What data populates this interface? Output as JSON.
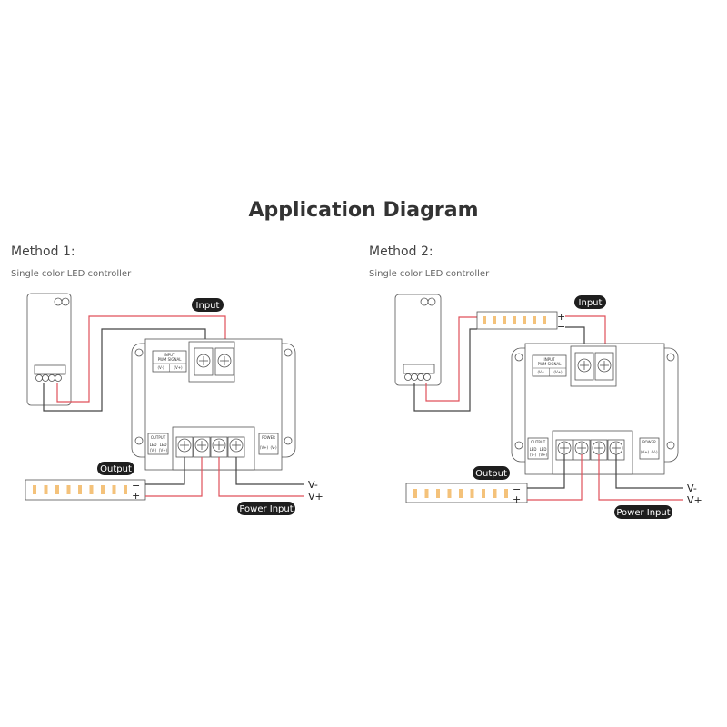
{
  "title": "Application Diagram",
  "methods": [
    {
      "heading": "Method 1:",
      "subtitle": "Single color LED controller",
      "input_label": "Input",
      "output_label": "Output",
      "power_label": "Power Input",
      "v_minus": "V-",
      "v_plus": "V+"
    },
    {
      "heading": "Method 2:",
      "subtitle": "Single color LED controller",
      "input_label": "Input",
      "output_label": "Output",
      "power_label": "Power Input",
      "v_minus": "V-",
      "v_plus": "V+"
    }
  ],
  "module": {
    "input_title": "INPUT",
    "pwm_title": "PWM SIGNAL",
    "vminus": "(V-)",
    "vplus": "(V+)",
    "output_title": "OUTPUT",
    "led": "LED",
    "power_title": "POWER"
  },
  "strip": {
    "plus": "+",
    "minus": "−"
  },
  "colors": {
    "red_wire": "#e0505a",
    "black_wire": "#444444",
    "led_chip": "#f4c27a",
    "pill": "#1e1e1e"
  }
}
